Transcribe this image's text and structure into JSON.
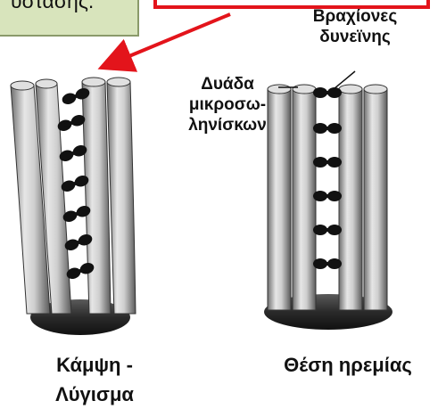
{
  "callout": {
    "text": "υστάσης."
  },
  "labels": {
    "dynein_arms": [
      "Βραχίονες",
      "δυνεϊνης"
    ],
    "doublet": [
      "Δυάδα",
      "μικροσω-",
      "ληνίσκων"
    ],
    "bent": [
      "Κάμψη -",
      "Λύγισμα"
    ],
    "rest": "Θέση ηρεμίας"
  },
  "colors": {
    "callout_fill": "#d8e4bc",
    "arrow": "#e3141b",
    "microtubule": "#c8c8c8",
    "dynein": "#111111"
  }
}
